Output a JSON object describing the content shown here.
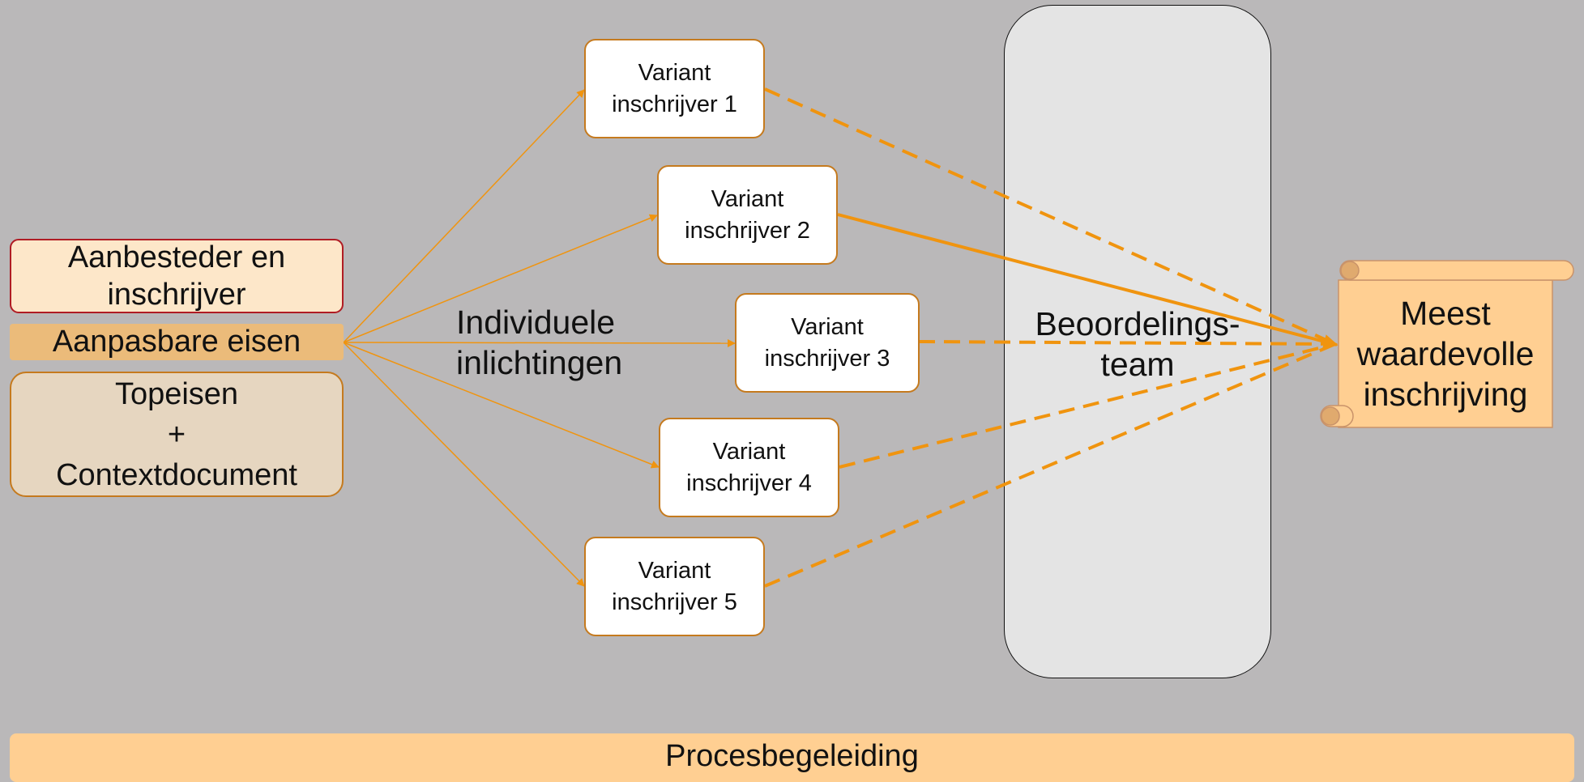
{
  "left_boxes": {
    "aanbesteder": "Aanbesteder en\ninschrijver",
    "aanpasbare": "Aanpasbare eisen",
    "topeisen": "Topeisen\n+\nContextdocument"
  },
  "middle_label": "Individuele\ninlichtingen",
  "variants": [
    "Variant\ninschrijver 1",
    "Variant\ninschrijver 2",
    "Variant\ninschrijver 3",
    "Variant\ninschrijver 4",
    "Variant\ninschrijver 5"
  ],
  "review_team": "Beoordelings-\nteam",
  "result": "Meest\nwaardevolle\ninschrijving",
  "footer": "Procesbegeleiding",
  "colors": {
    "background": "#bab8b9",
    "accent_orange": "#f0940f",
    "variant_border": "#c57a1e",
    "peach": "#ffcf92",
    "aanbesteder_fill": "#fde7c9",
    "aanbesteder_border": "#b01c24",
    "aanpasbare_fill": "#ebbb7a",
    "topeisen_fill": "#e6d6c0",
    "review_fill": "#e4e4e4"
  },
  "connectors": {
    "from_source_to_variants": "thin solid arrows",
    "variant_2_to_result": "solid",
    "other_variants_to_result": "dashed"
  }
}
